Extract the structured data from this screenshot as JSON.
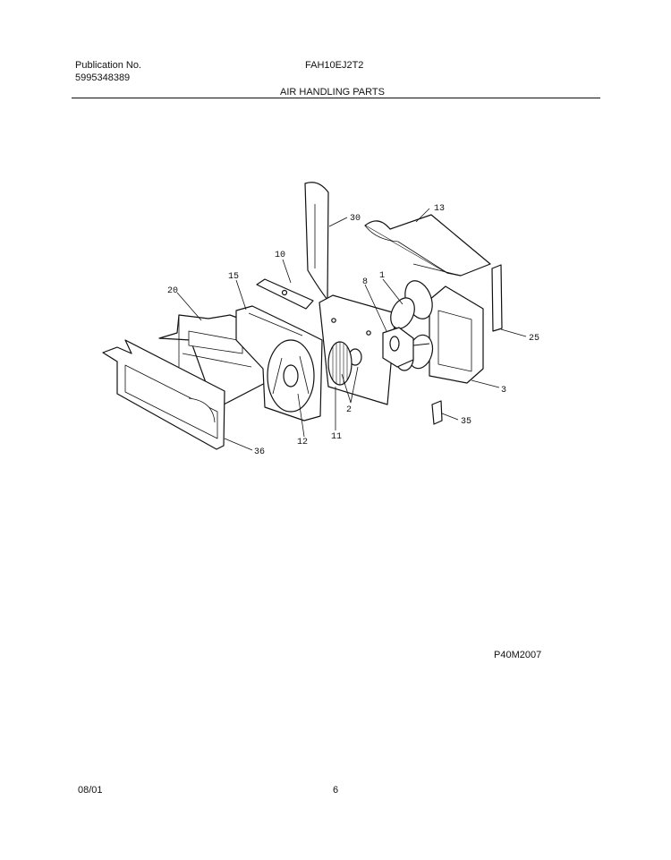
{
  "header": {
    "publication_label": "Publication No.",
    "publication_number": "5995348389",
    "model": "FAH10EJ2T2",
    "section_title": "AIR HANDLING PARTS"
  },
  "callouts": [
    "30",
    "13",
    "10",
    "1",
    "8",
    "15",
    "20",
    "25",
    "3",
    "2",
    "35",
    "12",
    "11",
    "36"
  ],
  "footer": {
    "drawing_id": "P40M2007",
    "date": "08/01",
    "page": "6"
  }
}
